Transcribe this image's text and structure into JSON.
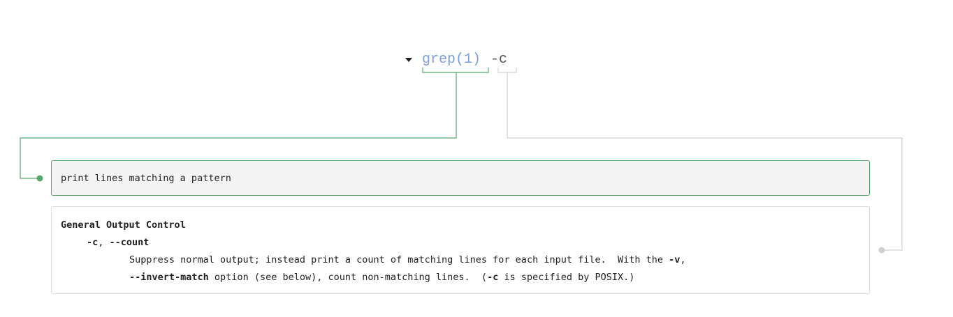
{
  "command": {
    "name": "grep(1)",
    "option": "-c"
  },
  "summary": {
    "text": "print lines matching a pattern"
  },
  "detail": {
    "heading": "General Output Control",
    "option_short": "-c",
    "option_sep": ", ",
    "option_long": "--count",
    "desc1_prefix": "Suppress normal output; instead print a count of matching lines for each input file.  With the ",
    "desc1_flag": "-v",
    "desc1_suffix": ",",
    "desc2_flag": "--invert-match",
    "desc2_middle": " option (see below), count non-matching lines.  (",
    "desc2_flag2": "-c",
    "desc2_suffix": " is specified by POSIX.)"
  },
  "colors": {
    "accent": "#56a86b",
    "command": "#7b9fd9",
    "connector_inactive": "#d0d0d0"
  },
  "icons": {
    "toggle": "caret-down-icon"
  }
}
